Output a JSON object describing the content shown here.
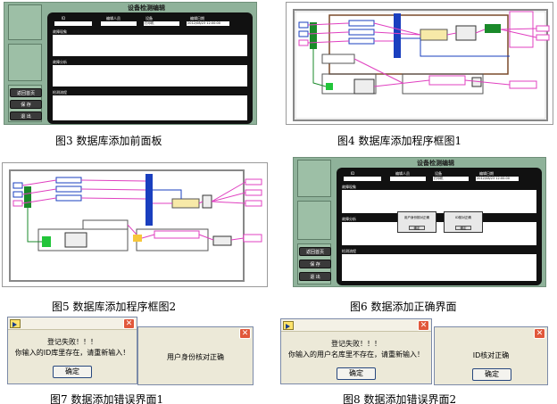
{
  "figures": {
    "fig3": {
      "caption": "图3  数据库添加前面板"
    },
    "fig4": {
      "caption": "图4  数据库添加程序框图1"
    },
    "fig5": {
      "caption": "图5  数据库添加程序框图2"
    },
    "fig6": {
      "caption": "图6  数据添加正确界面"
    },
    "fig7": {
      "caption": "图7  数据添加错误界面1"
    },
    "fig8": {
      "caption": "图8  数据添加错误界面2"
    }
  },
  "front_panel": {
    "title": "设备检测编辑",
    "buttons": [
      "返回首页",
      "保 存",
      "退 出"
    ],
    "headers": [
      "ID",
      "编辑人员",
      "设备",
      "编辑日期"
    ],
    "field_values": [
      "",
      "",
      "打印机",
      "2012/08/23 12:00:00"
    ],
    "sections": [
      "故障现象",
      "故障分析",
      "检测流程"
    ]
  },
  "fig6_dialogs": {
    "left": {
      "message": "用户身份核对正确",
      "button": "确定"
    },
    "right": {
      "message": "ID核对正确",
      "button": "确定"
    }
  },
  "fig7": {
    "left": {
      "line1": "登记失败！！！",
      "line2": "你输入的ID库里存在，请重新输入！",
      "button": "确定"
    },
    "right": {
      "message": "用户身份核对正确"
    }
  },
  "fig8": {
    "left": {
      "line1": "登记失败！！！",
      "line2": "你输入的用户名库里不存在，请重新输入！",
      "button": "确定"
    },
    "right": {
      "message": "ID核对正确",
      "button": "确定"
    }
  },
  "colors": {
    "panel_green": "#8fb29a",
    "wire_pink": "#e040c0",
    "wire_blue": "#1a3fbf",
    "wire_green": "#1a8a2a"
  }
}
